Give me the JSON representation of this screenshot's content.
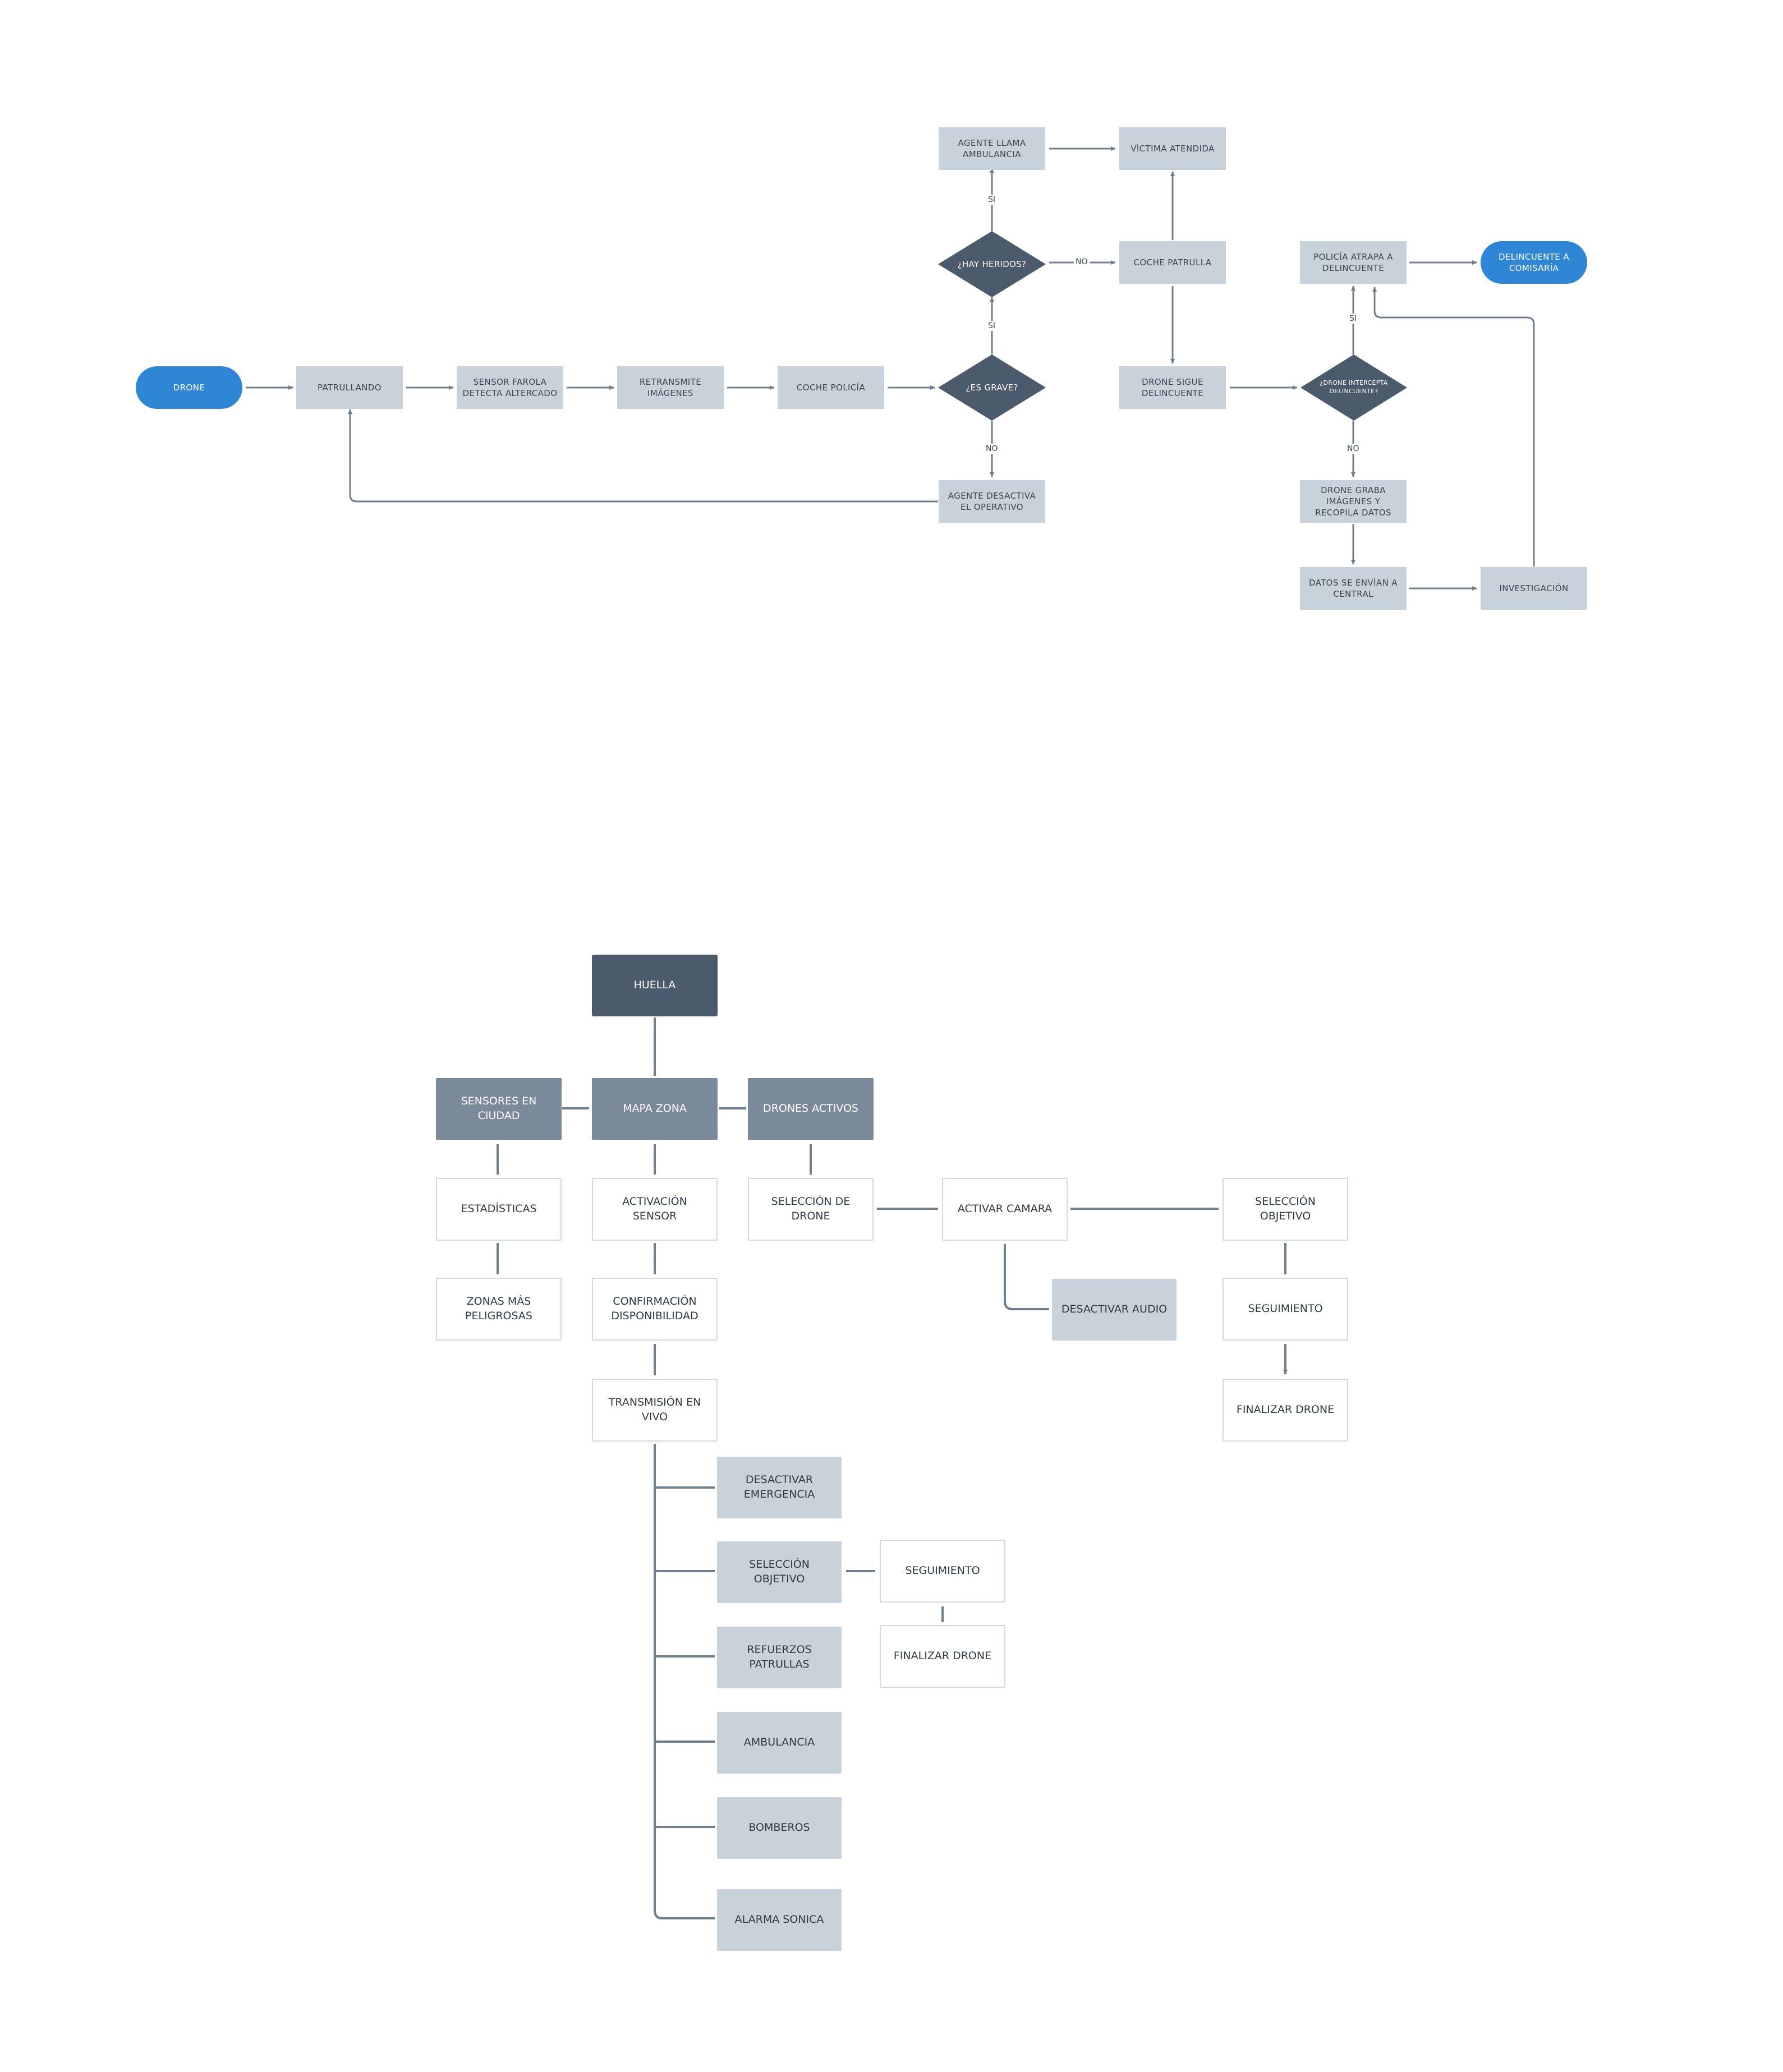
{
  "flowchart": {
    "drone": "DRONE",
    "patrullando": "PATRULLANDO",
    "sensor_farola": "SENSOR FAROLA DETECTA ALTERCADO",
    "retransmite": "RETRANSMITE IMÁGENES",
    "coche_policia": "COCHE POLICÍA",
    "es_grave": "¿ES GRAVE?",
    "hay_heridos": "¿HAY HERIDOS?",
    "agente_llama": "AGENTE LLAMA AMBULANCIA",
    "victima_atendida": "VÍCTIMA ATENDIDA",
    "coche_patrulla": "COCHE PATRULLA",
    "drone_sigue": "DRONE SIGUE DELINCUENTE",
    "drone_intercepta": "¿DRONE INTERCEPTA DELINCUENTE?",
    "policia_atrapa": "POLICÍA ATRAPA A DELINCUENTE",
    "delincuente_comisaria": "DELINCUENTE A COMISARÍA",
    "agente_desactiva": "AGENTE DESACTIVA EL OPERATIVO",
    "drone_graba": "DRONE GRABA IMÁGENES Y RECOPILA DATOS",
    "datos_envian": "DATOS SE ENVÍAN  A CENTRAL",
    "investigacion": "INVESTIGACIÓN",
    "labels": {
      "si": "SI",
      "no": "NO"
    }
  },
  "sitemap": {
    "huella": "HUELLA",
    "sensores_ciudad": "SENSORES EN CIUDAD",
    "mapa_zona": "MAPA ZONA",
    "drones_activos": "DRONES ACTIVOS",
    "estadisticas": "ESTADÍSTICAS",
    "zonas_peligrosas": "ZONAS MÁS PELIGROSAS",
    "activacion_sensor": "ACTIVACIÓN SENSOR",
    "confirmacion": "CONFIRMACIÓN DISPONIBILIDAD",
    "transmision": "TRANSMISIÓN EN VIVO",
    "seleccion_drone": "SELECCIÓN DE DRONE",
    "activar_camara": "ACTIVAR CAMARA",
    "desactivar_audio": "DESACTIVAR AUDIO",
    "seleccion_objetivo_1": "SELECCIÓN OBJETIVO",
    "seguimiento_1": "SEGUIMIENTO",
    "finalizar_drone_1": "FINALIZAR DRONE",
    "desactivar_emergencia": "DESACTIVAR EMERGENCIA",
    "seleccion_objetivo_2": "SELECCIÓN OBJETIVO",
    "seguimiento_2": "SEGUIMIENTO",
    "finalizar_drone_2": "FINALIZAR DRONE",
    "refuerzos": "REFUERZOS PATRULLAS",
    "ambulancia": "AMBULANCIA",
    "bomberos": "BOMBEROS",
    "alarma_sonica": "ALARMA SONICA"
  },
  "colors": {
    "line": "#6f7f8f",
    "terminal": "#2f86d4",
    "decision": "#4b5b6b",
    "process": "#c7d2db"
  }
}
